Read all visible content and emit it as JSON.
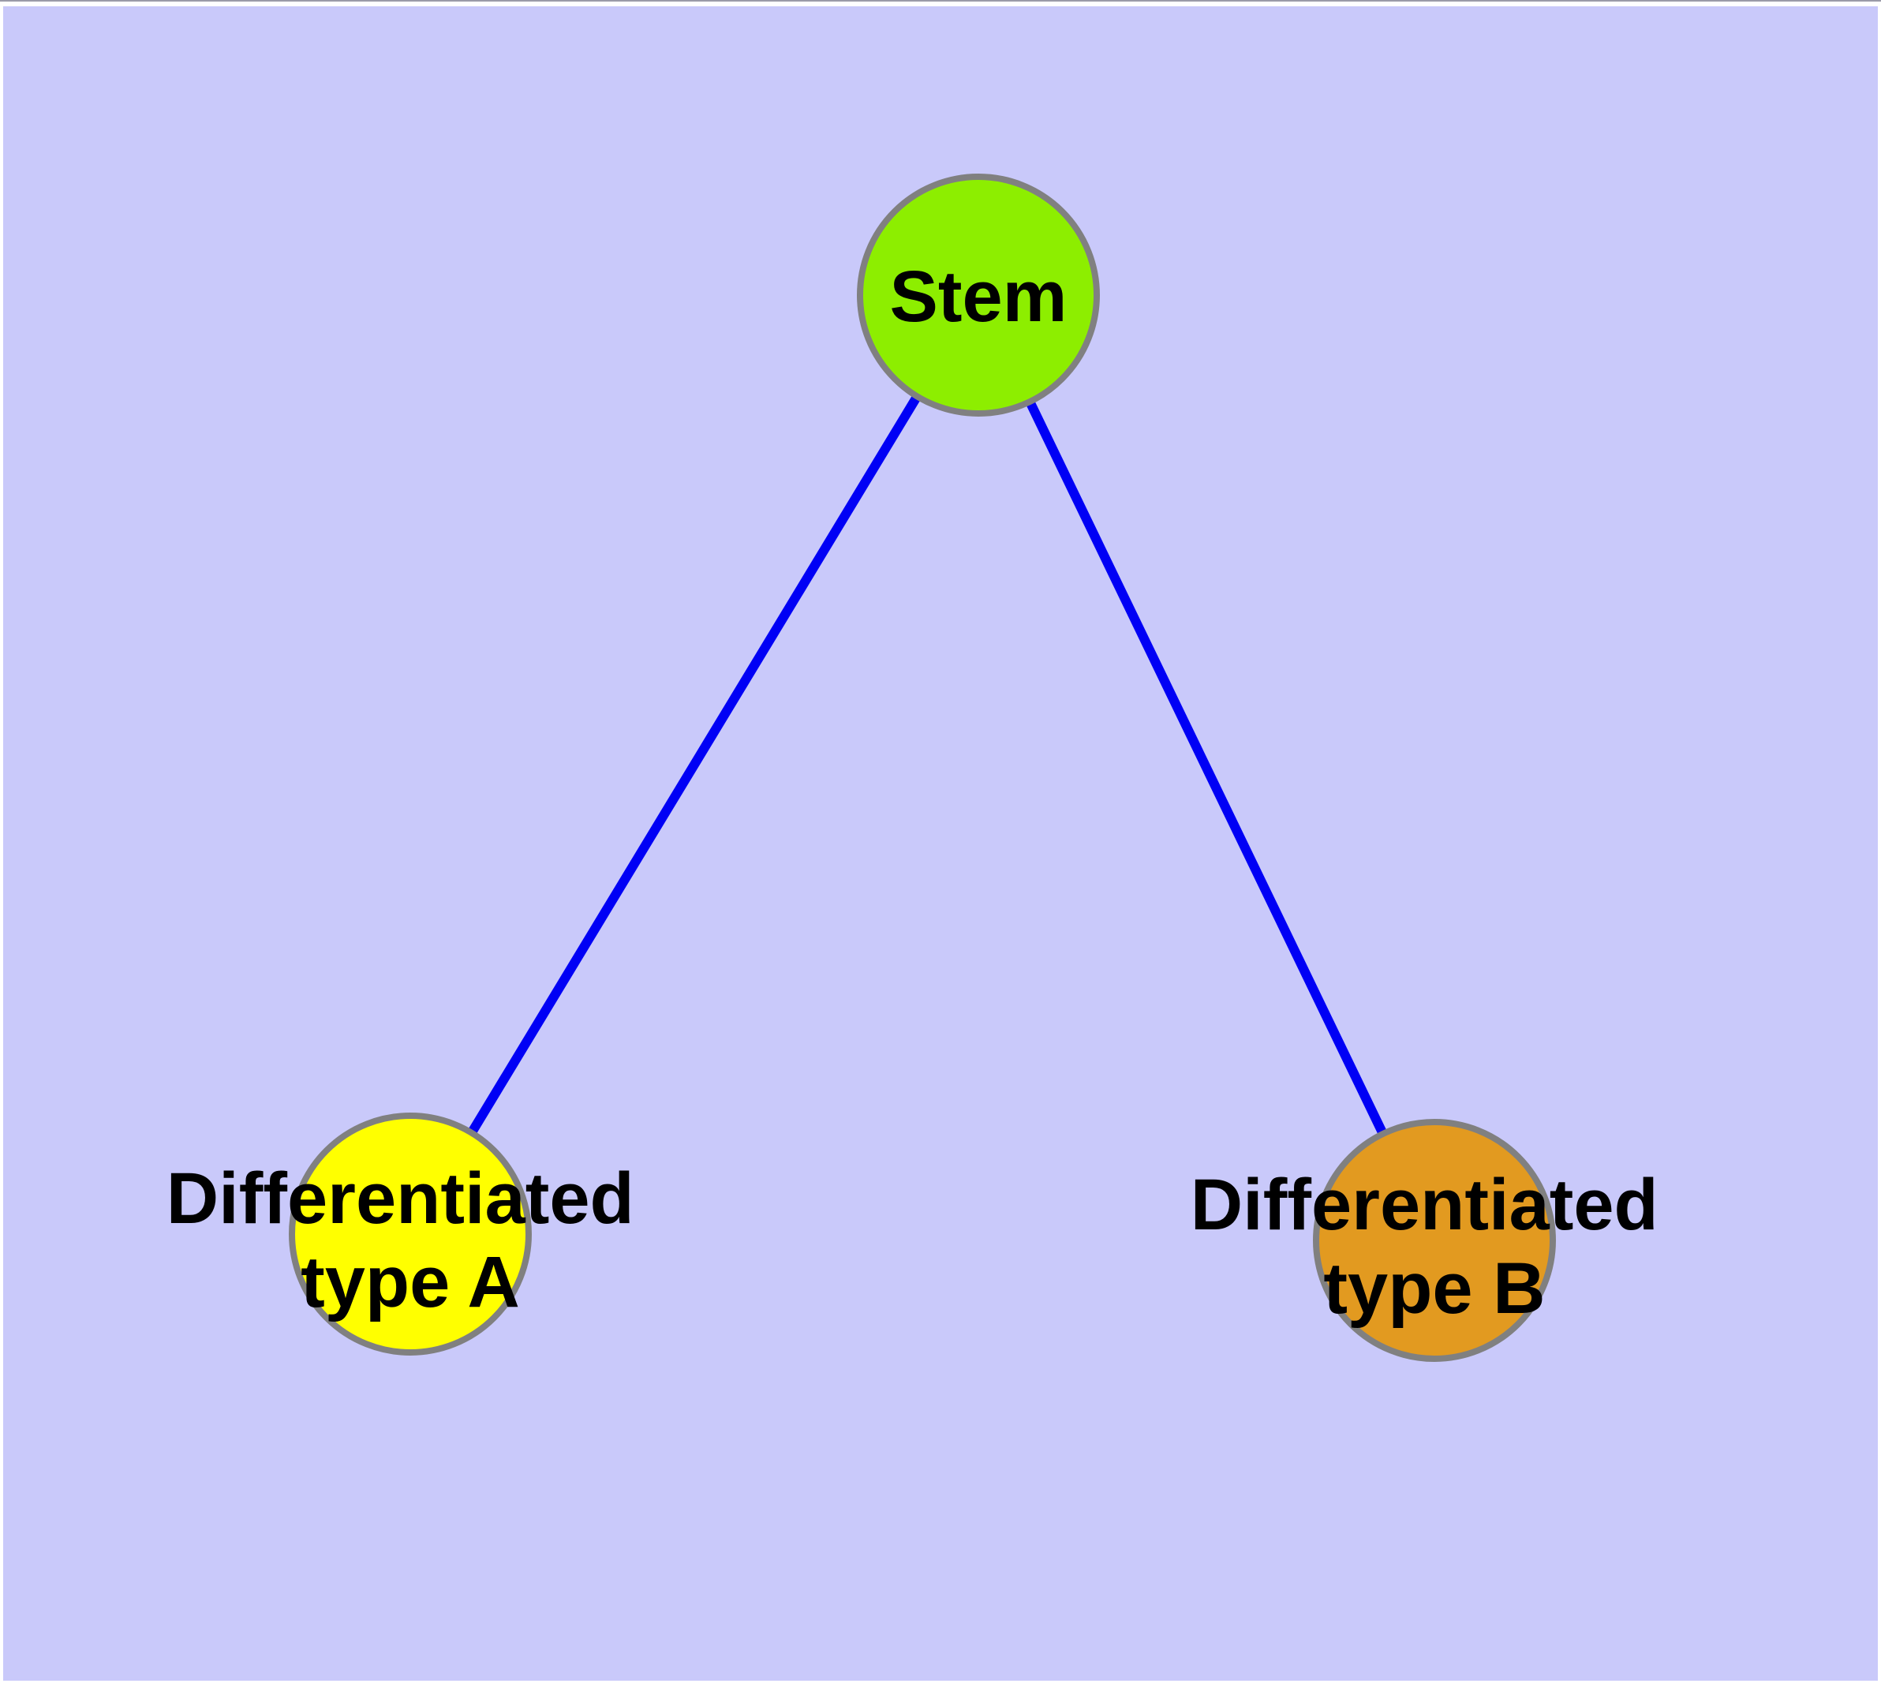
{
  "colors": {
    "canvas_background": "#C9C9FA",
    "page_margin": "#FFFFFF",
    "top_hairline": "#9A9AA8",
    "edge": "#0000F5",
    "node_border": "#808080",
    "label_text": "#000000",
    "stem_fill": "#8DEE00",
    "type_a_fill": "#FFFF00",
    "type_b_fill": "#E29A20"
  },
  "nodes": [
    {
      "id": "stem",
      "label": "Stem",
      "fill": "#8DEE00"
    },
    {
      "id": "differentiated-type-a",
      "label": "Differentiated type A",
      "line1": "Differentiated",
      "line2": "type A",
      "fill": "#FFFF00"
    },
    {
      "id": "differentiated-type-b",
      "label": "Differentiated type B",
      "line1": "Differentiated",
      "line2": "type B",
      "fill": "#E29A20"
    }
  ],
  "edges": [
    {
      "from": "Stem",
      "to": "Differentiated type A"
    },
    {
      "from": "Stem",
      "to": "Differentiated type B"
    }
  ]
}
